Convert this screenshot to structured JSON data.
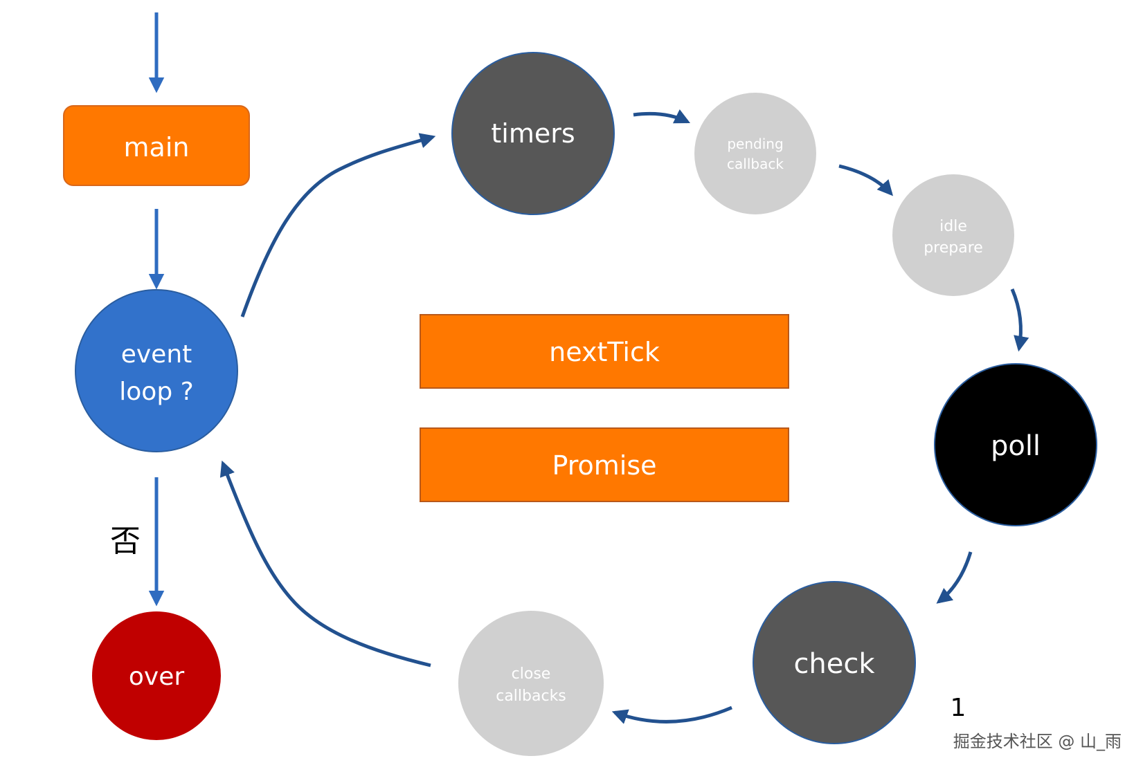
{
  "nodes": {
    "main": {
      "label": "main"
    },
    "event_loop": {
      "line1": "event",
      "line2": "loop ?"
    },
    "over": {
      "label": "over"
    },
    "timers": {
      "label": "timers"
    },
    "pending_callback": {
      "line1": "pending",
      "line2": "callback"
    },
    "idle_prepare": {
      "line1": "idle",
      "line2": "prepare"
    },
    "poll": {
      "label": "poll"
    },
    "check": {
      "label": "check"
    },
    "close_callbacks": {
      "line1": "close",
      "line2": "callbacks"
    }
  },
  "queues": {
    "next_tick": "nextTick",
    "promise": "Promise"
  },
  "edge_labels": {
    "no": "否"
  },
  "corner": {
    "number": "1",
    "watermark": "掘金技术社区 @ 山_雨"
  },
  "colors": {
    "orange": "#FF7800",
    "blue": "#3272CB",
    "dark_gray": "#575757",
    "light_gray": "#D0D0D0",
    "black": "#000000",
    "red": "#C00000",
    "arrow_blue": "#2F62AD",
    "arrow_dark_blue": "#22518F"
  }
}
